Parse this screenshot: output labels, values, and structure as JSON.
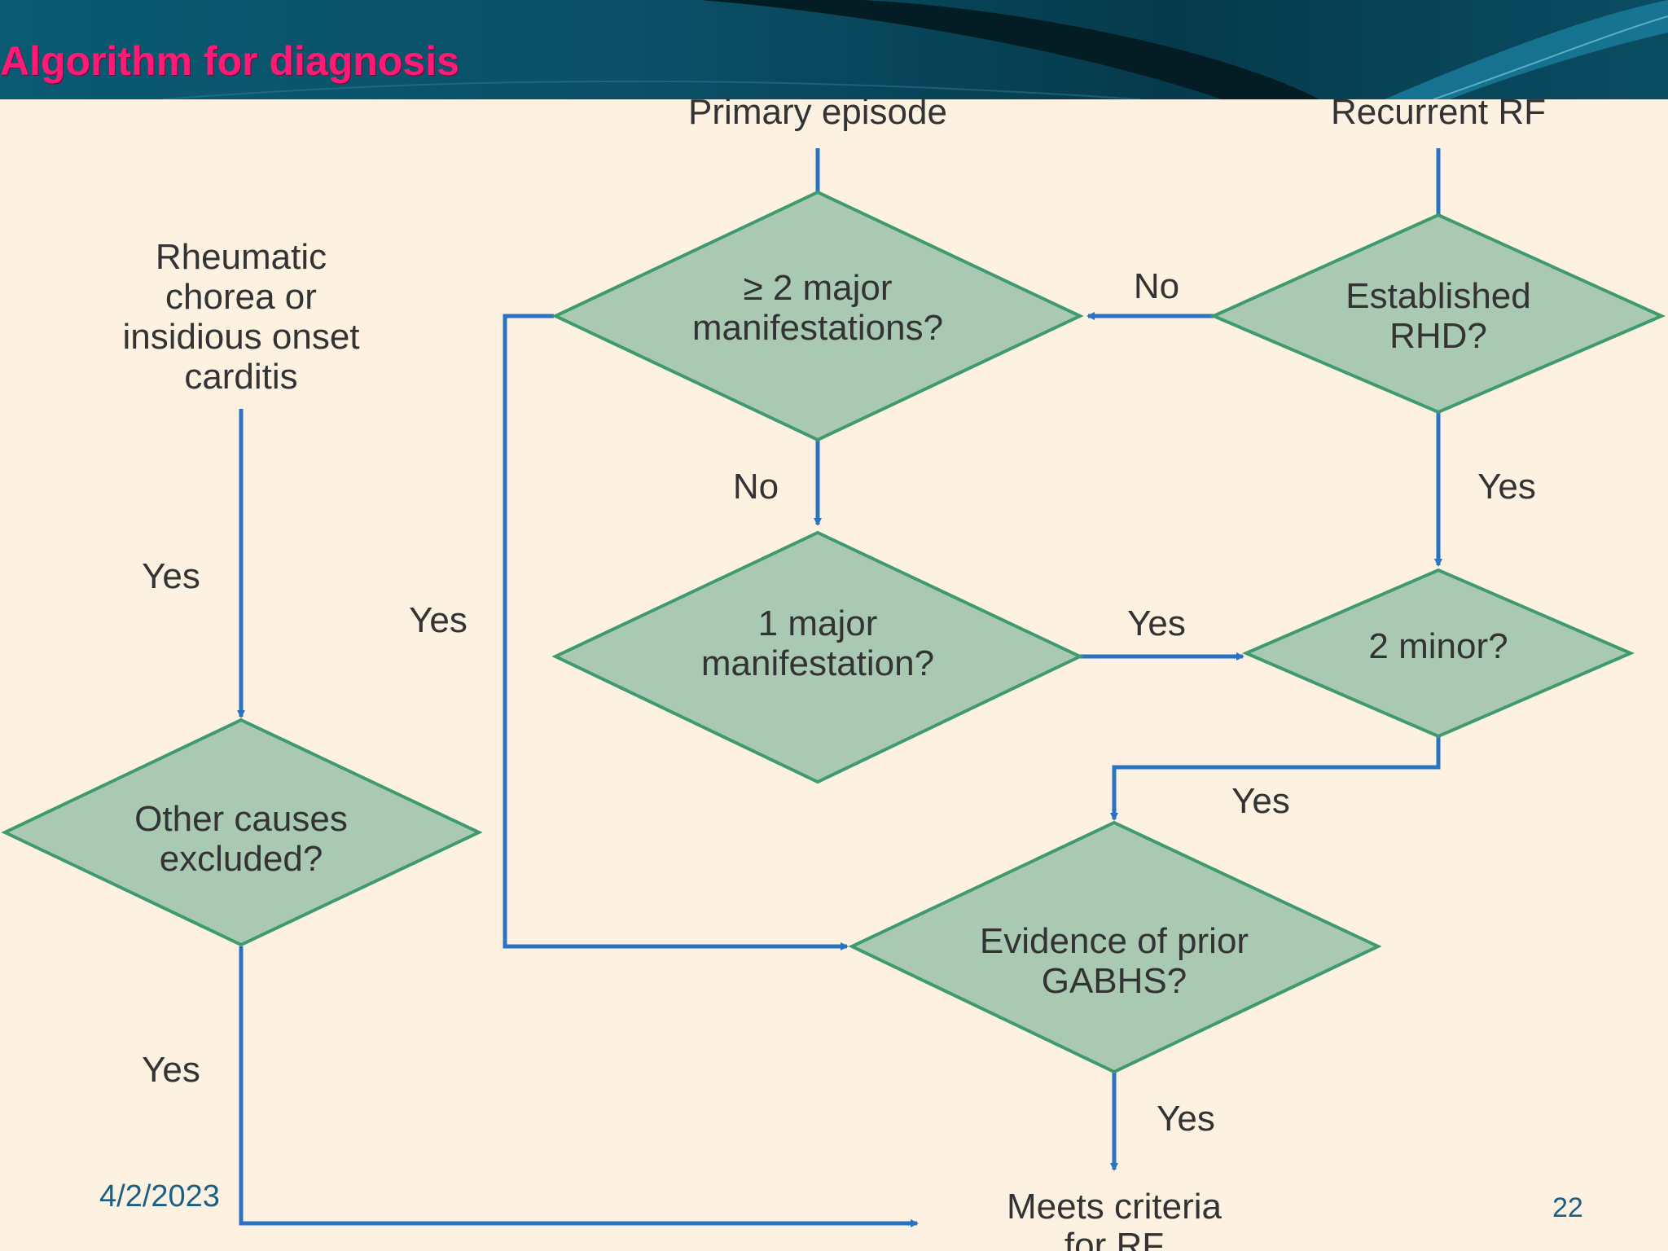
{
  "slide": {
    "title": "Algorithm for diagnosis",
    "date": "4/2/2023",
    "page_number": "22"
  },
  "colors": {
    "header": "#0b4f66",
    "title": "#ff1a75",
    "background": "#fdf2e2",
    "diamond_fill": "#a9c9b3",
    "diamond_stroke": "#3f9a6e",
    "arrow": "#2a73c0",
    "text": "#333333",
    "footer_text": "#1a5f86"
  },
  "nodes": {
    "primary_episode": [
      "Primary episode"
    ],
    "recurrent_rf": [
      "Recurrent RF"
    ],
    "chorea": [
      "Rheumatic",
      "chorea or",
      "insidious onset",
      "carditis"
    ],
    "two_major": [
      "≥ 2 major",
      "manifestations?"
    ],
    "established_rhd": [
      "Established",
      "RHD?"
    ],
    "one_major": [
      "1 major",
      "manifestation?"
    ],
    "two_minor": [
      "2 minor?"
    ],
    "other_causes": [
      "Other causes",
      "excluded?"
    ],
    "gabhs": [
      "Evidence of prior",
      "GABHS?"
    ],
    "meets_criteria": [
      "Meets criteria",
      "for RF"
    ]
  },
  "edge_labels": {
    "rhd_no": "No",
    "two_major_no": "No",
    "rhd_yes": "Yes",
    "chorea_yes": "Yes",
    "two_major_yes": "Yes",
    "one_major_yes": "Yes",
    "two_minor_yes": "Yes",
    "other_causes_yes": "Yes",
    "gabhs_yes": "Yes"
  }
}
